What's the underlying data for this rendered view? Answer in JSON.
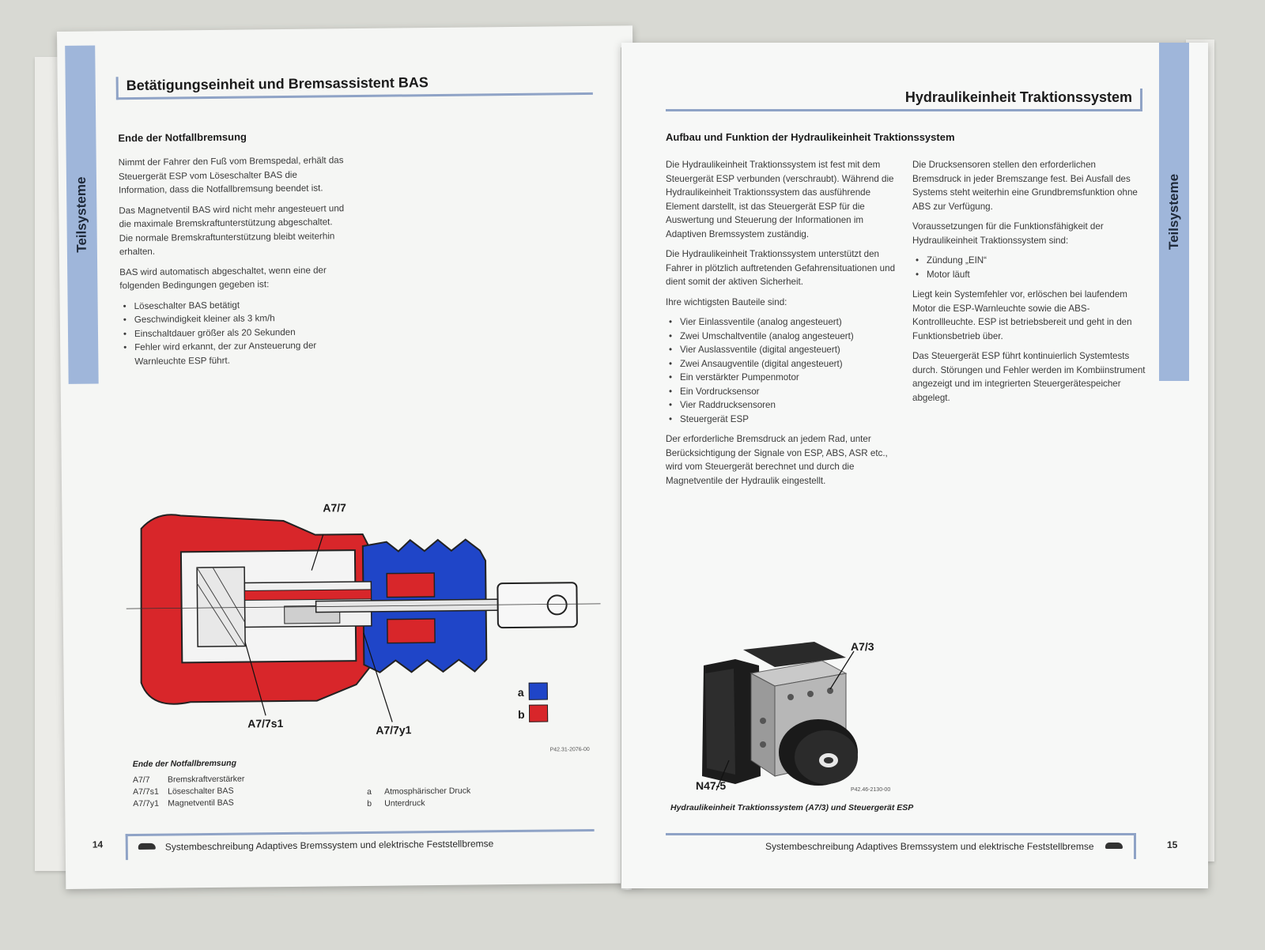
{
  "left": {
    "side_tab": "Teilsysteme",
    "title": "Betätigungseinheit und Bremsassistent BAS",
    "section_heading": "Ende der Notfallbremsung",
    "paragraphs": [
      "Nimmt der Fahrer den Fuß vom Bremspedal, erhält das Steuergerät ESP vom Löseschalter BAS die Information, dass die Notfallbremsung beendet ist.",
      "Das Magnetventil BAS wird nicht mehr angesteuert und die maximale Bremskraftunterstützung abgeschaltet. Die normale Bremskraftunterstützung bleibt weiterhin erhalten.",
      "BAS wird automatisch abgeschaltet, wenn eine der folgenden Bedingungen gegeben ist:"
    ],
    "bullets": [
      "Löseschalter BAS betätigt",
      "Geschwindigkeit kleiner als 3 km/h",
      "Einschaltdauer größer als 20 Sekunden",
      "Fehler wird erkannt, der zur Ansteuerung der Warnleuchte ESP führt."
    ],
    "figure": {
      "labels": {
        "top": "A7/7",
        "switch": "A7/7s1",
        "valve": "A7/7y1"
      },
      "swatches": [
        {
          "key": "a",
          "color": "#1f45c8"
        },
        {
          "key": "b",
          "color": "#d8262a"
        }
      ],
      "ref": "P42.31-2076-00",
      "caption_title": "Ende der Notfallbremsung",
      "legend_left": [
        {
          "code": "A7/7",
          "text": "Bremskraftverstärker"
        },
        {
          "code": "A7/7s1",
          "text": "Löseschalter BAS"
        },
        {
          "code": "A7/7y1",
          "text": "Magnetventil BAS"
        }
      ],
      "legend_right": [
        {
          "code": "a",
          "text": "Atmosphärischer Druck"
        },
        {
          "code": "b",
          "text": "Unterdruck"
        }
      ]
    },
    "page_number": "14",
    "footer": "Systembeschreibung Adaptives Bremssystem und elektrische Feststellbremse"
  },
  "right": {
    "side_tab": "Teilsysteme",
    "title": "Hydraulikeinheit Traktionssystem",
    "section_heading": "Aufbau und Funktion der Hydraulikeinheit Traktionssystem",
    "col1_paragraphs": [
      "Die Hydraulikeinheit Traktionssystem ist fest mit dem Steuergerät ESP verbunden (verschraubt). Während die Hydraulikeinheit Traktionssystem das ausführende Element darstellt, ist das Steuergerät ESP für die Auswertung und Steuerung der Informationen im Adaptiven Bremssystem zuständig.",
      "Die Hydraulikeinheit Traktionssystem unterstützt den Fahrer in plötzlich auftretenden Gefahrensituationen und dient somit der aktiven Sicherheit.",
      "Ihre wichtigsten Bauteile sind:"
    ],
    "col1_bullets": [
      "Vier Einlassventile (analog angesteuert)",
      "Zwei Umschaltventile (analog angesteuert)",
      "Vier Auslassventile (digital angesteuert)",
      "Zwei Ansaugventile (digital angesteuert)",
      "Ein verstärkter Pumpenmotor",
      "Ein Vordrucksensor",
      "Vier Raddrucksensoren",
      "Steuergerät ESP"
    ],
    "col1_after": "Der erforderliche Bremsdruck an jedem Rad, unter Berücksichtigung der Signale von ESP, ABS, ASR etc., wird vom Steuergerät berechnet und durch die Magnetventile der Hydraulik eingestellt.",
    "col2_p1": "Die Drucksensoren stellen den erforderlichen Bremsdruck in jeder Bremszange fest. Bei Ausfall des Systems steht weiterhin eine Grundbremsfunktion ohne ABS zur Verfügung.",
    "col2_p2": "Voraussetzungen für die Funktionsfähigkeit der Hydraulikeinheit Traktionssystem sind:",
    "col2_bullets": [
      "Zündung „EIN“",
      "Motor läuft"
    ],
    "col2_p3": "Liegt kein Systemfehler vor, erlöschen bei laufendem Motor die ESP-Warnleuchte sowie die ABS-Kontrollleuchte. ESP ist betriebsbereit und geht in den Funktionsbetrieb über.",
    "col2_p4": "Das Steuergerät ESP führt kontinuierlich Systemtests durch. Störungen und Fehler werden im Kombiinstrument angezeigt und im integrierten Steuergerätespeicher abgelegt.",
    "figure": {
      "label_unit": "A7/3",
      "label_ecu": "N47-5",
      "ref": "P42.46-2130-00",
      "caption": "Hydraulikeinheit Traktionssystem (A7/3) und Steuergerät ESP"
    },
    "page_number": "15",
    "footer": "Systembeschreibung Adaptives Bremssystem und elektrische Feststellbremse"
  }
}
